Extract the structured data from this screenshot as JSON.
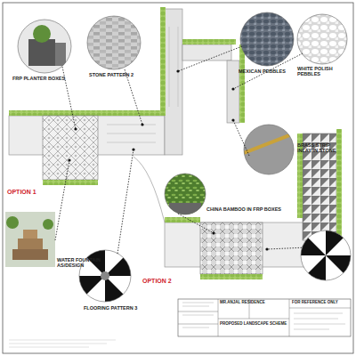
{
  "diagram": {
    "labels": [
      "FRP PLANTER BOXES",
      "STONE PATTERN 2",
      "MEXICAN PEBBLES",
      "WHITE POLISH PEBBLES",
      "BRASS STRIP INLAY IN STONE",
      "CHINA BAMBOO IN FRP BOXES",
      "OPTION 1",
      "OPTION 2",
      "WATER FOUNTAIN AS/DESIGN",
      "FLOORING PATTERN 3",
      "MR.ANJAL RESIDENCE",
      "PROPOSED LANDSCAPE SCHEME",
      "FOR REFERENCE ONLY"
    ]
  }
}
